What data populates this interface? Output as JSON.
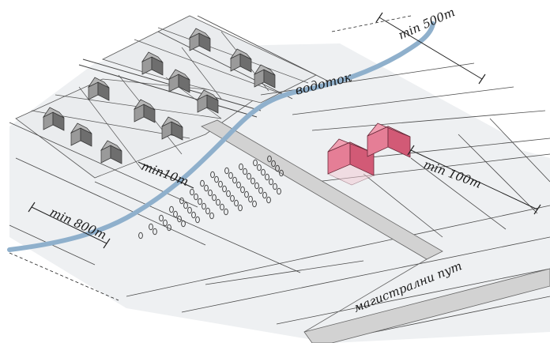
{
  "labels": {
    "min_500": "min 500m",
    "watercourse": "водоток",
    "min_10": "min10m",
    "min_100": "min 100m",
    "min_800": "min 800m",
    "main_road": "магистрални пут"
  },
  "colors": {
    "parcel_fill": "#eef0f2",
    "parcel_stroke": "#4a4a4a",
    "road_fill": "#d2d2d2",
    "river": "#8fb0cc",
    "house_grey": "#8a8a8a",
    "house_pink": "#e57e96",
    "dim_line": "#222222"
  }
}
